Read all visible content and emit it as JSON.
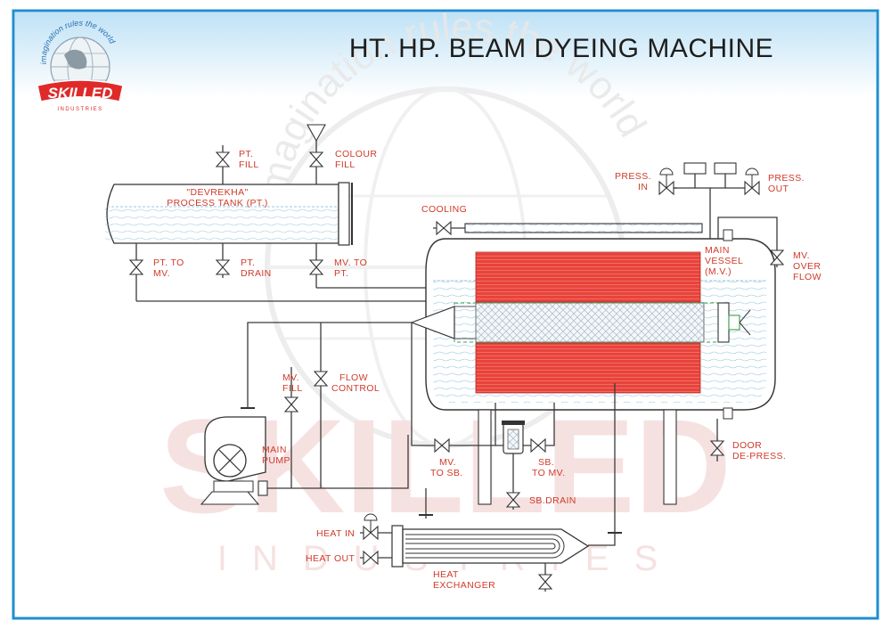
{
  "title": "HT. HP. BEAM DYEING MACHINE",
  "logo": {
    "arc_text": "imagination rules the world",
    "brand": "SKILLED",
    "sub": "INDUSTRIES"
  },
  "watermark": {
    "arc_text": "imagination rules the world",
    "brand": "SKILLED",
    "sub": "INDUSTRIES"
  },
  "labels": {
    "pt_fill": [
      "PT.",
      "FILL"
    ],
    "colour_fill": [
      "COLOUR",
      "FILL"
    ],
    "tank_name": "\"DEVREKHA\"",
    "tank_desc": "PROCESS TANK (PT.)",
    "pt_to_mv": [
      "PT. TO",
      "MV."
    ],
    "pt_drain": [
      "PT.",
      "DRAIN"
    ],
    "mv_to_pt": [
      "MV. TO",
      "PT."
    ],
    "cooling": "COOLING",
    "press_in": [
      "PRESS.",
      "IN"
    ],
    "press_out": [
      "PRESS.",
      "OUT"
    ],
    "main_vessel": [
      "MAIN",
      "VESSEL",
      "(M.V.)"
    ],
    "mv_overflow": [
      "MV.",
      "OVER",
      "FLOW"
    ],
    "mv_fill": [
      "MV.",
      "FILL"
    ],
    "flow_control": [
      "FLOW",
      "CONTROL"
    ],
    "main_pump": [
      "MAIN",
      "PUMP"
    ],
    "mv_to_sb": [
      "MV.",
      "TO SB."
    ],
    "sb_to_mv": [
      "SB.",
      "TO MV."
    ],
    "sb_drain": "SB.DRAIN",
    "door_depress": [
      "DOOR",
      "DE-PRESS."
    ],
    "heat_in": "HEAT IN",
    "heat_out": "HEAT OUT",
    "heat_exchanger": [
      "HEAT",
      "EXCHANGER"
    ]
  },
  "colors": {
    "frame": "#1f8ed0",
    "label": "#d03a2a",
    "beam_red": "#e8433b",
    "water": "#7ab8d8"
  }
}
